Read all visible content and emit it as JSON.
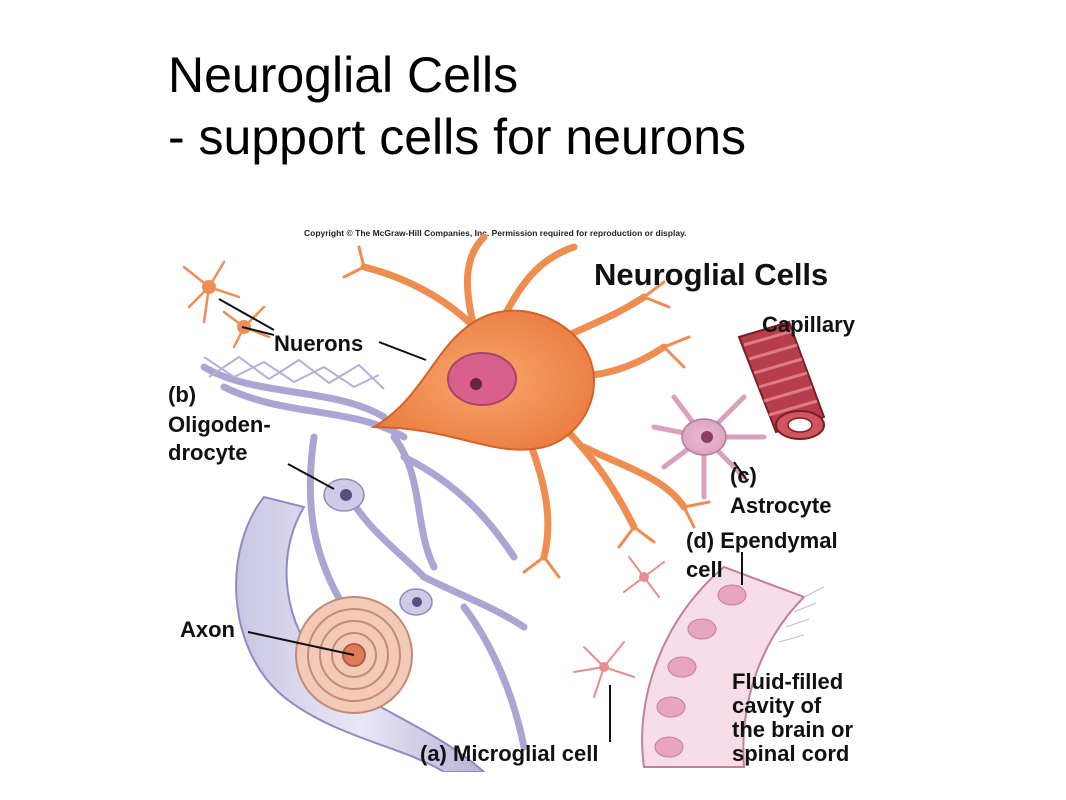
{
  "slide": {
    "title_line1": "Neuroglial Cells",
    "title_line2": "- support cells for neurons"
  },
  "figure": {
    "copyright": "Copyright © The McGraw-Hill Companies, Inc. Permission required for reproduction or display.",
    "heading": "Neuroglial Cells",
    "labels": {
      "capillary": "Capillary",
      "nuerons": "Nuerons",
      "oligo_b": "(b)",
      "oligo_1": "Oligoden-",
      "oligo_2": "drocyte",
      "astro_c": "(c)",
      "astro": "Astrocyte",
      "epend_1": "(d) Ependymal",
      "epend_2": "cell",
      "axon": "Axon",
      "fluid_1": "Fluid-filled",
      "fluid_2": "cavity of",
      "fluid_3": "the brain or",
      "fluid_4": "spinal cord",
      "micro": "(a) Microglial cell"
    }
  }
}
